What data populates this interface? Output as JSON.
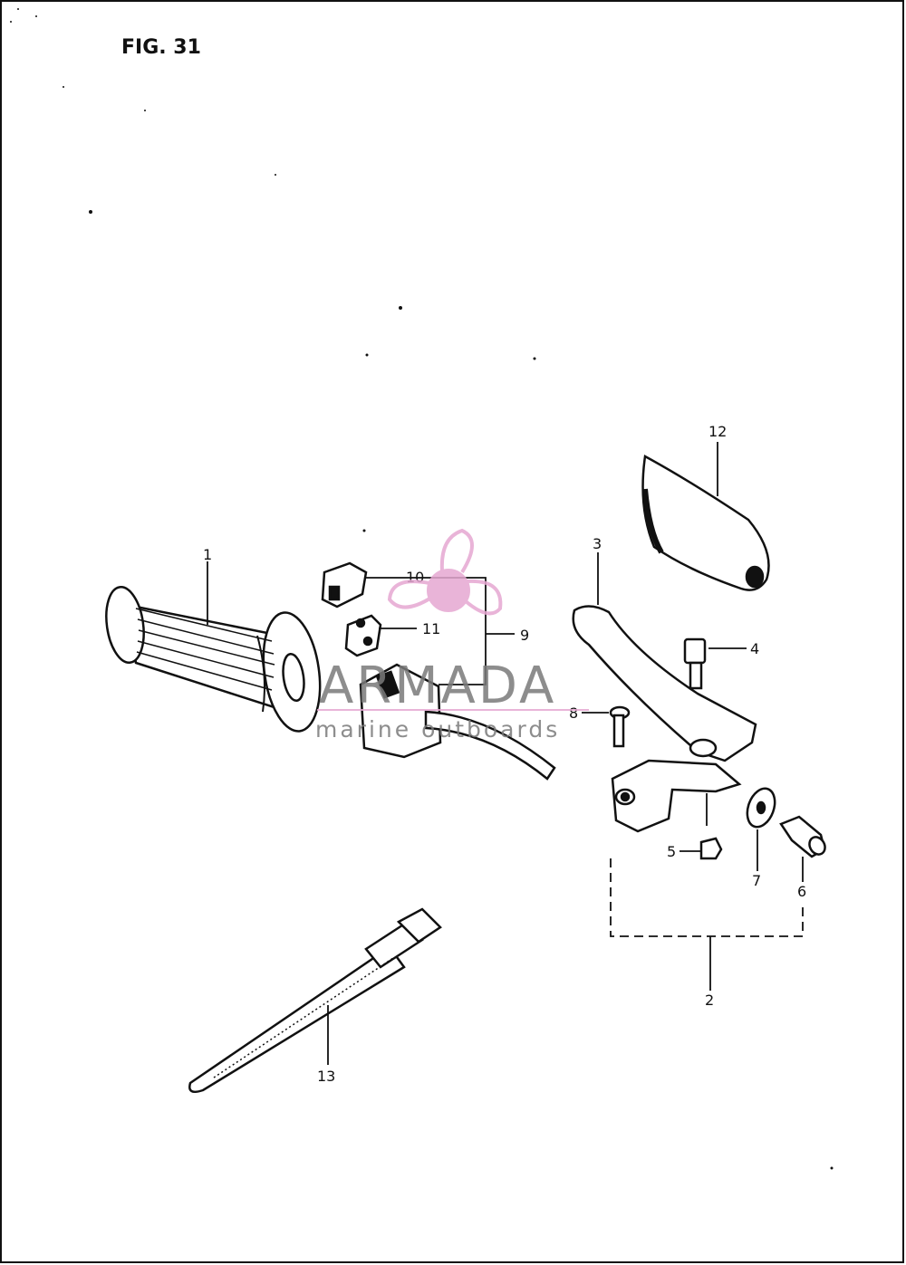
{
  "figure": {
    "label": "FIG. 31"
  },
  "callouts": {
    "c1": "1",
    "c2": "2",
    "c3": "3",
    "c4": "4",
    "c5": "5",
    "c6": "6",
    "c7": "7",
    "c8": "8",
    "c9": "9",
    "c10": "10",
    "c11": "11",
    "c12": "12",
    "c13": "13"
  },
  "watermark": {
    "brand": "ARMADA",
    "tagline": "marine outboards",
    "color": "#e6a8d2",
    "text_color": "#7a7a7a"
  },
  "colors": {
    "ink": "#111111",
    "paper": "#ffffff"
  }
}
